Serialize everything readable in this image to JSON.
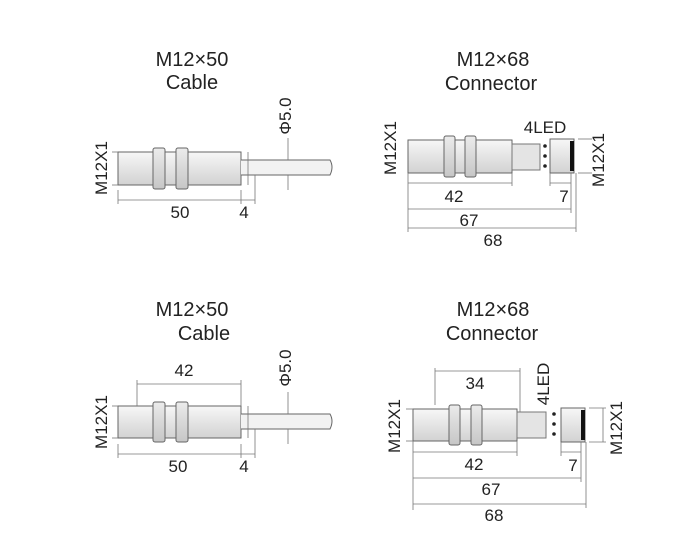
{
  "panels": [
    {
      "title_line1": "M12×50",
      "title_line2": "Cable",
      "thread": "M12X1",
      "diameter": "Φ5.0",
      "dims": [
        "50",
        "4"
      ]
    },
    {
      "title_line1": "M12×68",
      "title_line2": "Connector",
      "thread_left": "M12X1",
      "thread_right": "M12X1",
      "led": "4LED",
      "dims": [
        "42",
        "7",
        "67",
        "68"
      ]
    },
    {
      "title_line1": "M12×50",
      "title_line2": "Cable",
      "thread": "M12X1",
      "diameter": "Φ5.0",
      "dims": [
        "42",
        "50",
        "4"
      ]
    },
    {
      "title_line1": "M12×68",
      "title_line2": "Connector",
      "thread_left": "M12X1",
      "thread_right": "M12X1",
      "led": "4LED",
      "dims": [
        "34",
        "42",
        "7",
        "67",
        "68"
      ]
    }
  ],
  "colors": {
    "body_fill": "#e9e9e9",
    "line": "#555555",
    "cap": "#111111"
  }
}
